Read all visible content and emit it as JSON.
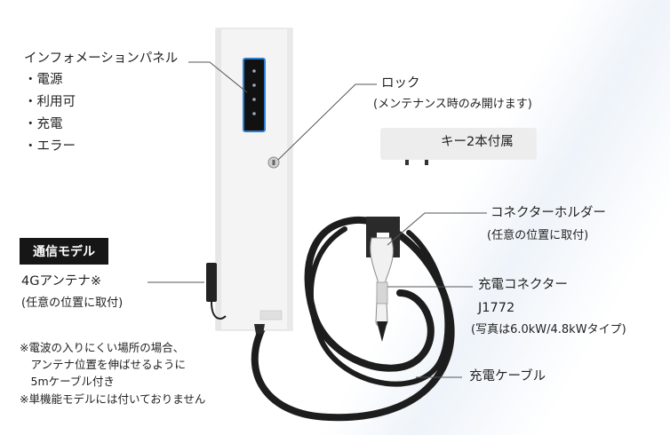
{
  "info_panel": {
    "title": "インフォメーションパネル",
    "items": [
      "・電源",
      "・利用可",
      "・充電",
      "・エラー"
    ]
  },
  "lock": {
    "title": "ロック",
    "note": "(メンテナンス時のみ開けます)",
    "keys": "キー2本付属"
  },
  "holder": {
    "title": "コネクターホルダー",
    "note": "(任意の位置に取付)"
  },
  "comm_model": {
    "badge": "通信モデル",
    "antenna": "4Gアンテナ※",
    "antenna_note": "(任意の位置に取付)"
  },
  "connector": {
    "title": "充電コネクター",
    "model": "J1772",
    "note": "(写真は6.0kW/4.8kWタイプ)"
  },
  "cable": {
    "title": "充電ケーブル"
  },
  "footnotes": [
    "※電波の入りにくい場所の場合、",
    "　アンテナ位置を伸ばせるように",
    "　5mケーブル付き",
    "※単機能モデルには付いておりません"
  ]
}
